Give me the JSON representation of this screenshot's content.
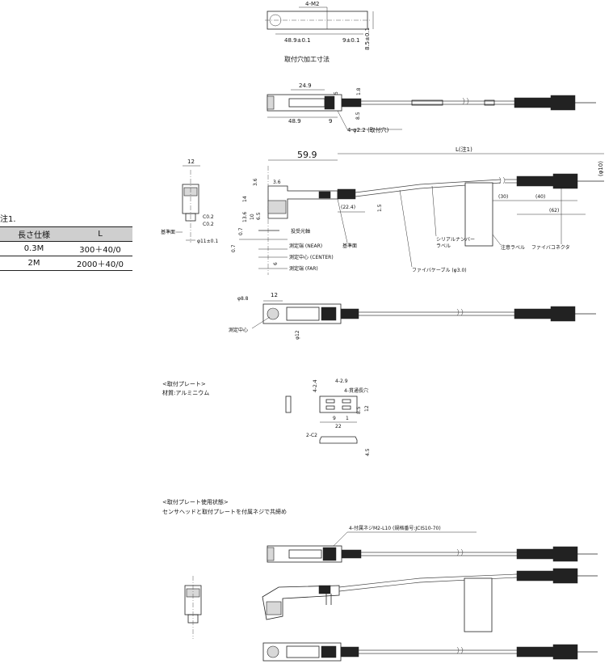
{
  "note_table": {
    "caption": "注1.",
    "headers": [
      "長さ仕様",
      "L"
    ],
    "rows": [
      [
        "0.3M",
        "300＋40/0"
      ],
      [
        "2M",
        "2000＋40/0"
      ]
    ]
  },
  "mount_hole": {
    "title": "取付穴加工寸法",
    "label_4m2": "4-M2",
    "dim_48_9": "48.9±0.1",
    "dim_9": "9±0.1",
    "dim_8_5": "8.5±0.1"
  },
  "top_view": {
    "dim_24_9": "24.9",
    "dim_5": "5",
    "dim_1_8": "1.8",
    "dim_48_9": "48.9",
    "dim_9": "9",
    "dim_8_5": "8.5",
    "hole_label": "4-φ2.2 (取付穴)"
  },
  "front_view": {
    "dim_12": "12",
    "dim_c02a": "C0.2",
    "dim_c02b": "C0.2",
    "ref_surface_left": "基準面",
    "dim_phi11": "φ11±0.1",
    "dim_59_9": "59.9",
    "dim_L": "L(注1)",
    "dim_3_6a": "3.6",
    "dim_3_6b": "3.6",
    "dim_14": "14",
    "dim_13_6": "13.6",
    "dim_10": "10",
    "dim_6_5": "6.5",
    "dim_0_7a": "0.7",
    "dim_0_7b": "0.7",
    "dim_6": "6",
    "dim_22_4": "(22.4)",
    "dim_1_5": "1.5",
    "dim_30": "(30)",
    "dim_40": "(40)",
    "dim_62": "(62)",
    "dim_phi10": "(φ10)",
    "label_optical_axis": "投受光軸",
    "label_near": "測定端 (NEAR)",
    "label_center": "測定中心 (CENTER)",
    "label_far": "測定端 (FAR)",
    "label_ref_surface": "基準面",
    "label_serial": "シリアルナンバー\nラベル",
    "label_serial_1": "シリアルナンバー",
    "label_serial_2": "ラベル",
    "label_caution": "注意ラベル",
    "label_connector": "ファイバコネクタ",
    "label_cable": "ファイバケーブル (φ3.0)"
  },
  "bottom_view": {
    "dim_phi8_8": "φ8.8",
    "dim_12": "12",
    "dim_phi12": "φ12",
    "label_center": "測定中心"
  },
  "plate": {
    "title": "<取付プレート>",
    "material": "材質:アルミニウム",
    "dim_4_2_9": "4-2.9",
    "label_through": "4-貫通長穴",
    "dim_4_2_4": "4-2.4",
    "dim_8_5": "8.5",
    "dim_12": "12",
    "dim_9": "9",
    "dim_1": "1",
    "dim_22": "22",
    "dim_2c2": "2-C2",
    "dim_4_5": "4.5"
  },
  "usage": {
    "title": "<取付プレート使用状態>",
    "subtitle": "センサヘッドと取付プレートを付属ネジで共締め",
    "screw_label": "4-付属ネジM2-L10 (規格番号:JCIS10-70)"
  }
}
